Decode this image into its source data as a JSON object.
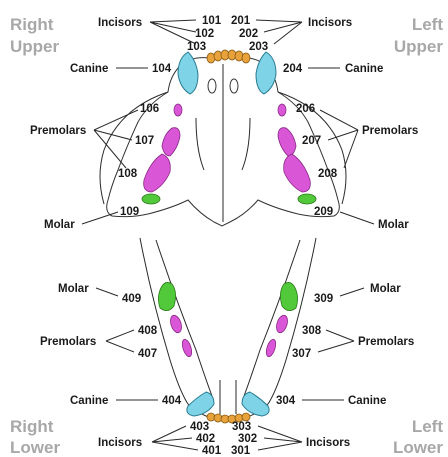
{
  "corners": {
    "right_upper": [
      "Right",
      "Upper"
    ],
    "left_upper": [
      "Left",
      "Upper"
    ],
    "right_lower": [
      "Right",
      "Lower"
    ],
    "left_lower": [
      "Left",
      "Lower"
    ]
  },
  "labels": {
    "incisors": "Incisors",
    "canine": "Canine",
    "premolars": "Premolars",
    "molar": "Molar"
  },
  "teeth": {
    "t101": "101",
    "t102": "102",
    "t103": "103",
    "t201": "201",
    "t202": "202",
    "t203": "203",
    "t104": "104",
    "t204": "204",
    "t106": "106",
    "t107": "107",
    "t108": "108",
    "t109": "109",
    "t206": "206",
    "t207": "207",
    "t208": "208",
    "t209": "209",
    "t409": "409",
    "t408": "408",
    "t407": "407",
    "t404": "404",
    "t309": "309",
    "t308": "308",
    "t307": "307",
    "t304": "304",
    "t403": "403",
    "t402": "402",
    "t401": "401",
    "t303": "303",
    "t302": "302",
    "t301": "301"
  },
  "colors": {
    "incisor": "#e8a23c",
    "canine": "#7fd3e6",
    "premolar": "#d957d6",
    "molar": "#52c93a",
    "corner_text": "#a8a8a8"
  }
}
